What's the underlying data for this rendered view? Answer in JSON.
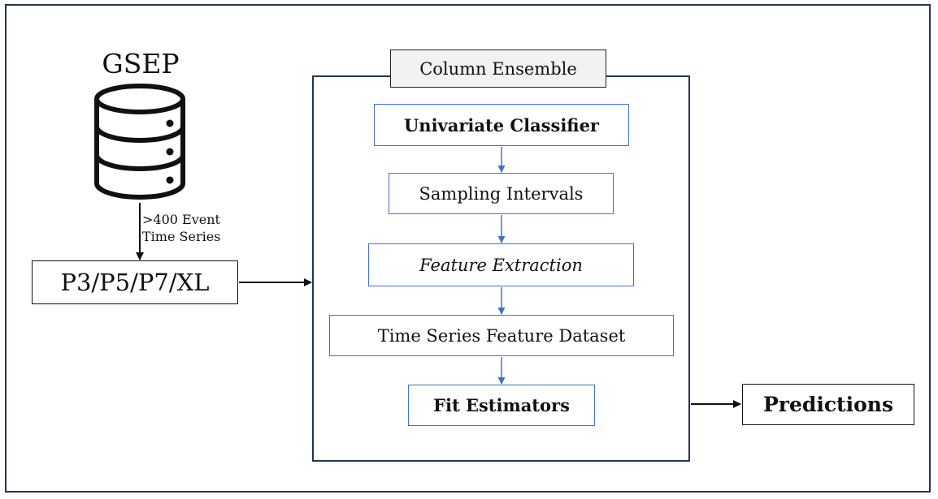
{
  "database": {
    "title": "GSEP"
  },
  "edge_note": {
    "line1": ">400 Event",
    "line2": "Time Series"
  },
  "sources": {
    "label": "P3/P5/P7/XL"
  },
  "ensemble": {
    "label": "Column Ensemble",
    "steps": [
      "Univariate Classifier",
      "Sampling Intervals",
      "Feature Extraction",
      "Time Series Feature Dataset",
      "Fit Estimators"
    ]
  },
  "output": {
    "label": "Predictions"
  },
  "colors": {
    "frame": "#1f3553",
    "step_border": "#4472c4",
    "connector_blue": "#4472c4",
    "connector_black": "#111111"
  }
}
